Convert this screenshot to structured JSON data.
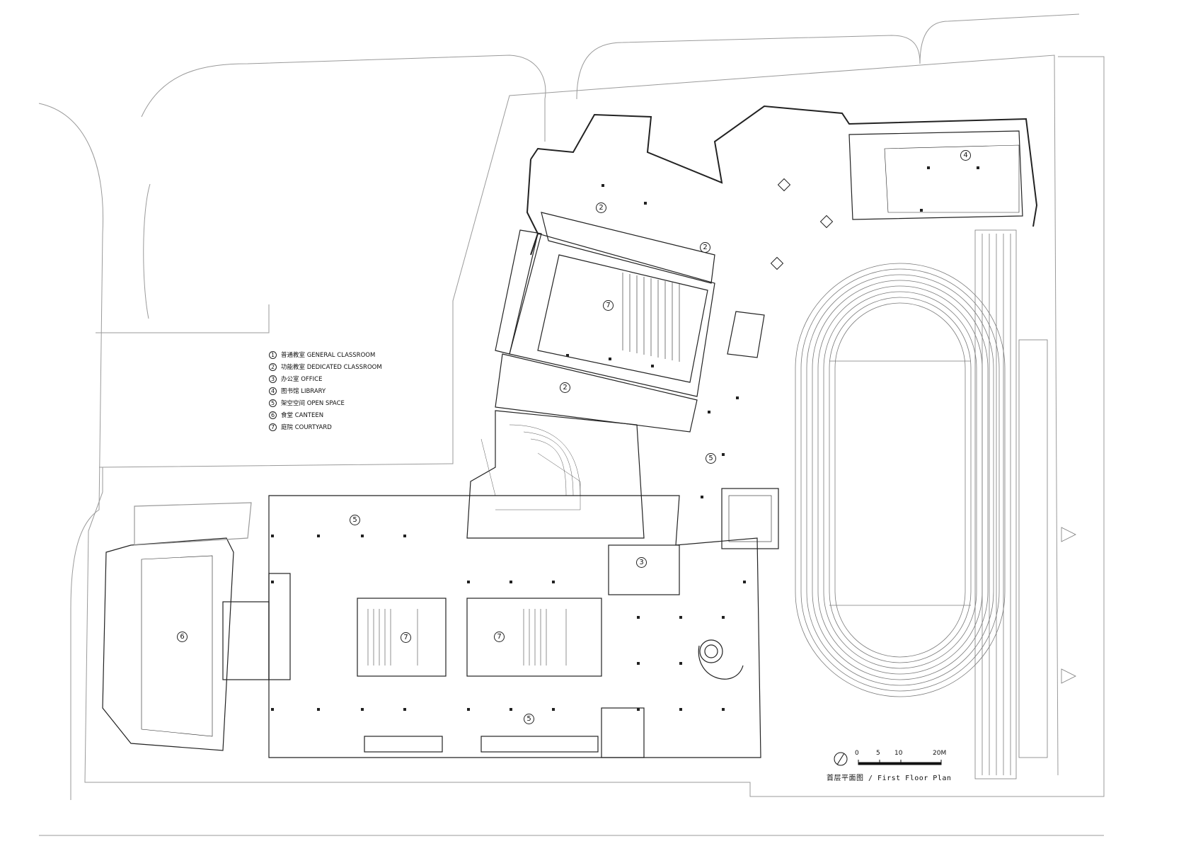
{
  "legend": {
    "items": [
      {
        "num": "1",
        "label": "普通教室 GENERAL CLASSROOM"
      },
      {
        "num": "2",
        "label": "功能教室 DEDICATED CLASSROOM"
      },
      {
        "num": "3",
        "label": "办公室 OFFICE"
      },
      {
        "num": "4",
        "label": "图书馆 LIBRARY"
      },
      {
        "num": "5",
        "label": "架空空间 OPEN SPACE"
      },
      {
        "num": "6",
        "label": "食堂 CANTEEN"
      },
      {
        "num": "7",
        "label": "庭院 COURTYARD"
      }
    ]
  },
  "room_labels": [
    {
      "num": "2",
      "name": "room-label-dedicated-classroom-north"
    },
    {
      "num": "2",
      "name": "room-label-dedicated-classroom-northeast"
    },
    {
      "num": "2",
      "name": "room-label-dedicated-classroom-west"
    },
    {
      "num": "4",
      "name": "room-label-library"
    },
    {
      "num": "7",
      "name": "room-label-courtyard-north"
    },
    {
      "num": "5",
      "name": "room-label-open-space-east"
    },
    {
      "num": "5",
      "name": "room-label-open-space-center"
    },
    {
      "num": "3",
      "name": "room-label-office"
    },
    {
      "num": "7",
      "name": "room-label-courtyard-west"
    },
    {
      "num": "7",
      "name": "room-label-courtyard-east"
    },
    {
      "num": "6",
      "name": "room-label-canteen"
    },
    {
      "num": "5",
      "name": "room-label-open-space-south"
    }
  ],
  "scale_bar": {
    "ticks": [
      "0",
      "5",
      "10",
      "20M"
    ]
  },
  "plan_title": "首层平面图 / First Floor Plan"
}
